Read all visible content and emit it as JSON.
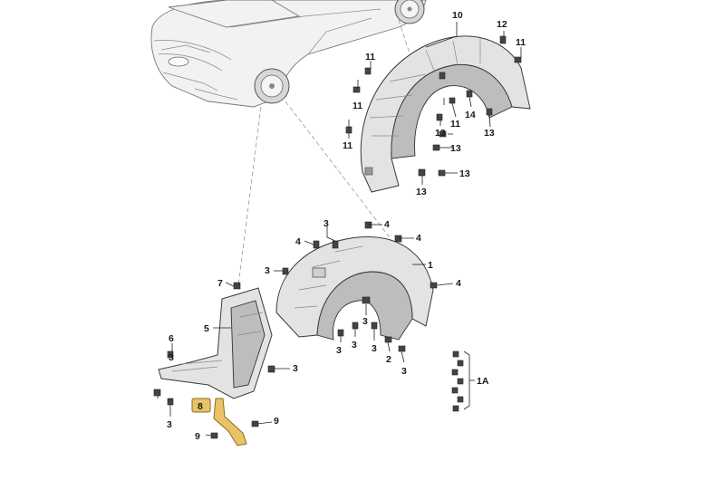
{
  "callouts": {
    "c10": "10",
    "c12": "12",
    "c11a": "11",
    "c11b": "11",
    "c11c": "11",
    "c11d": "11",
    "c11e": "11",
    "c14": "14",
    "c13a": "13",
    "c13b": "13",
    "c13c": "13",
    "c13d": "13",
    "c13e": "13",
    "c3a": "3",
    "c4a": "4",
    "c4b": "4",
    "c4c": "4",
    "c4d": "4",
    "c3b": "3",
    "c1": "1",
    "c7": "7",
    "c5": "5",
    "c6": "6",
    "c3c": "3",
    "c3d": "3",
    "c3e": "3",
    "c3f": "3",
    "c3g": "3",
    "c3h": "3",
    "c2": "2",
    "c8": "8",
    "c9a": "9",
    "c9b": "9",
    "c1a": "1A"
  },
  "colors": {
    "highlight": "#e8c36a",
    "part": "#e3e3e3"
  }
}
